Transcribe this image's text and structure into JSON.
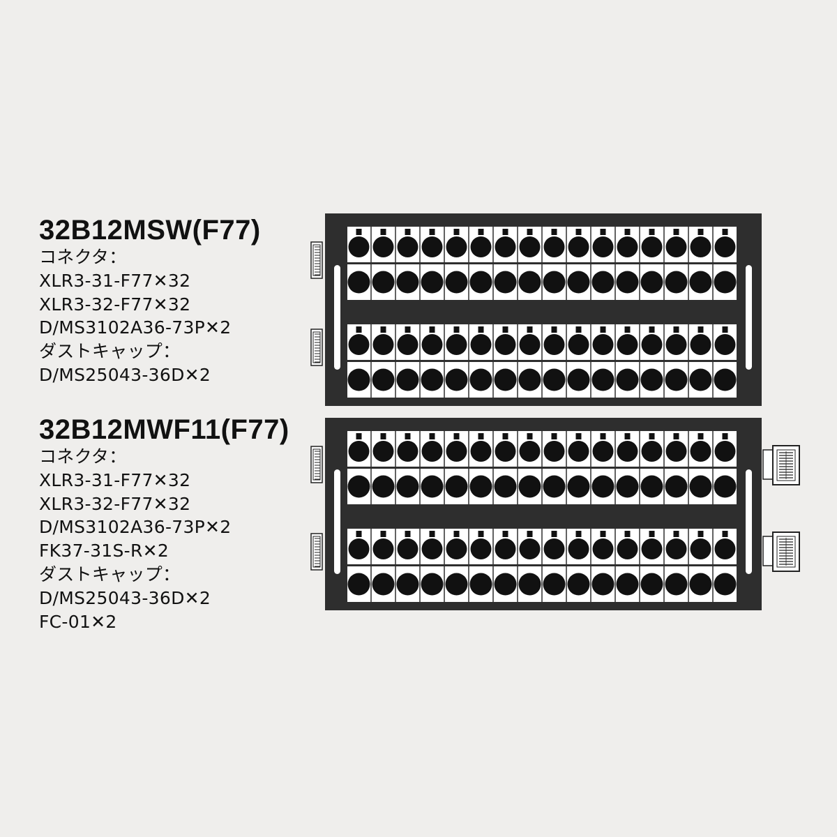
{
  "products": [
    {
      "title": "32B12MSW(F77)",
      "lines": [
        "コネクタ：",
        "XLR3-31-F77✕32",
        "XLR3-32-F77✕32",
        "D/MS3102A36-73P✕2",
        "ダストキャップ：",
        "D/MS25043-36D✕2"
      ]
    },
    {
      "title": "32B12MWF11(F77)",
      "lines": [
        "コネクタ：",
        "XLR3-31-F77✕32",
        "XLR3-32-F77✕32",
        "D/MS3102A36-73P✕2",
        "FK37-31S-R✕2",
        "ダストキャップ：",
        "D/MS25043-36D✕2",
        "FC-01✕2"
      ]
    }
  ],
  "colors": {
    "background": "#efeeec",
    "panel": "#2e2e2e",
    "cell": "#ffffff",
    "connector": "#111111"
  },
  "panels": [
    {
      "name": "panel-32B12MSW",
      "columns": 16,
      "rows": [
        "female-notched",
        "male-round",
        "female-notched",
        "male-round"
      ],
      "right_multipin_connectors": 0
    },
    {
      "name": "panel-32B12MWF11",
      "columns": 16,
      "rows": [
        "female-notched",
        "male-round",
        "female-notched",
        "male-round"
      ],
      "right_multipin_connectors": 2
    }
  ]
}
